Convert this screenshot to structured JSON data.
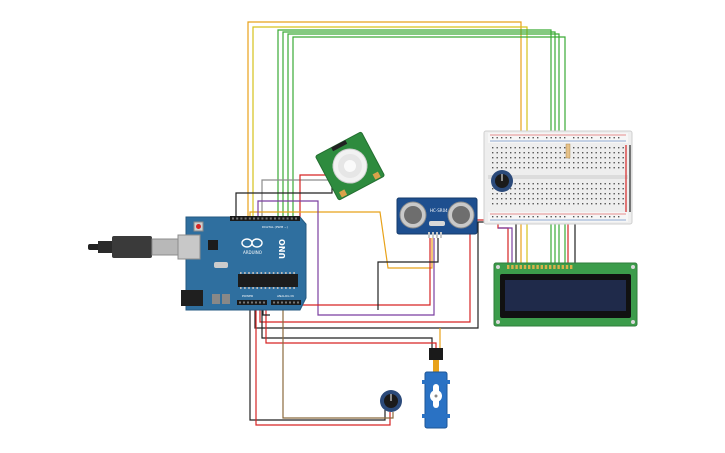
{
  "components": {
    "arduino": {
      "board_name": "UNO",
      "logo_text": "ARDUINO",
      "digital_label": "DIGITAL (PWM ~)",
      "power_label": "POWER",
      "analog_label": "ANALOG IN",
      "board_color": "#2f6f9f"
    },
    "ultrasonic": {
      "model": "HC-SR04",
      "board_color": "#1e4f8f"
    },
    "pir": {
      "board_color": "#2e8b3e"
    },
    "lcd": {
      "board_color": "#3c9c4b",
      "screen_color": "#1f2a4a"
    },
    "breadboard": {
      "color": "#eeeeee"
    }
  },
  "wire_colors": {
    "orange": "#e8a21a",
    "yellow": "#d6c21c",
    "green": "#3aaa35",
    "red": "#d62424",
    "black": "#222222",
    "purple": "#7b3fa0",
    "brown": "#8b6a3e",
    "gray": "#8c8c8c"
  }
}
